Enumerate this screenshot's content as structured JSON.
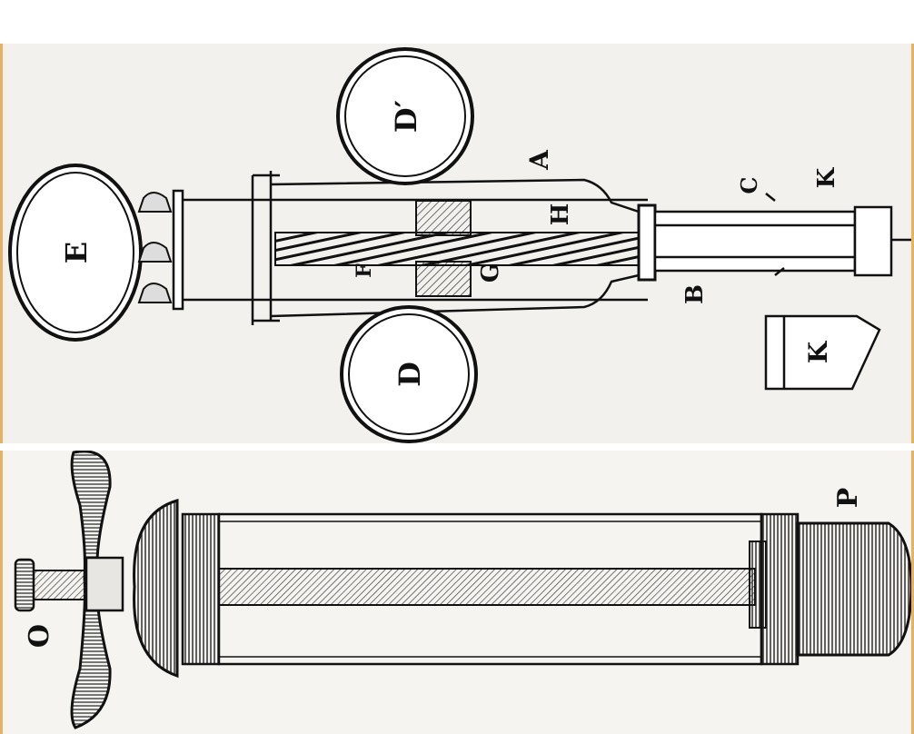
{
  "figure_top": {
    "labels": {
      "E": "E",
      "D": "D",
      "D_prime": "D′",
      "A": "A",
      "H": "H",
      "G": "G",
      "F": "F",
      "B": "B",
      "C": "C",
      "K": "K",
      "K_detail": "K"
    }
  },
  "figure_bottom": {
    "labels": {
      "O": "O",
      "P": "P"
    }
  },
  "colors": {
    "ink": "#111111",
    "paper": "#f2f1ee",
    "border": "#e8b060"
  }
}
